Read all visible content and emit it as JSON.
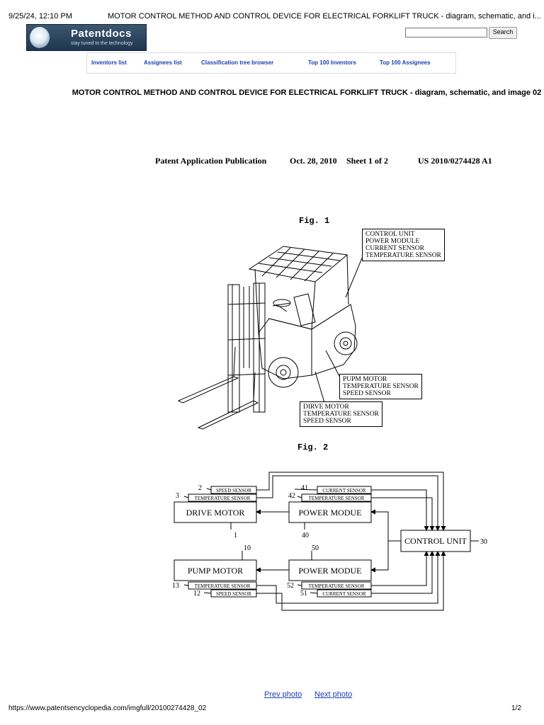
{
  "print_header": {
    "datetime": "9/25/24, 12:10 PM",
    "title": "MOTOR CONTROL METHOD AND CONTROL DEVICE FOR ELECTRICAL FORKLIFT TRUCK - diagram, schematic, and i..."
  },
  "logo": {
    "name": "Patentdocs",
    "tagline": "stay tuned to the technology"
  },
  "search": {
    "value": "",
    "button_label": "Search"
  },
  "nav": {
    "links": [
      "Inventors list",
      "Assignees list",
      "Classification tree browser",
      "Top 100 Inventors",
      "Top 100 Assignees"
    ]
  },
  "page_title": "MOTOR CONTROL METHOD AND CONTROL DEVICE FOR ELECTRICAL FORKLIFT TRUCK - diagram, schematic, and image 02",
  "publication": {
    "type": "Patent Application Publication",
    "date": "Oct. 28, 2010",
    "sheet": "Sheet 1 of 2",
    "number": "US 2010/0274428 A1"
  },
  "fig1": {
    "label": "Fig. 1",
    "callout_top": [
      "CONTROL UNIT",
      "POWER MODULE",
      "CURRENT SENSOR",
      "TEMPERATURE SENSOR"
    ],
    "callout_mid": [
      "PUPM MOTOR",
      "TEMPERATURE SENSOR",
      "SPEED SENSOR"
    ],
    "callout_bot": [
      "DIRVE MOTOR",
      "TEMPERATURE SENSOR",
      "SPEED SENSOR"
    ]
  },
  "fig2": {
    "label": "Fig. 2",
    "blocks": {
      "drive_motor": "DRIVE MOTOR",
      "power_module_top": "POWER MODUE",
      "control_unit": "CONTROL UNIT",
      "pump_motor": "PUMP MOTOR",
      "power_module_bottom": "POWER MODUE"
    },
    "sensors": {
      "speed_top": "SPEED SENSOR",
      "temp_drive": "TEMPERATURE SENSOR",
      "current_top": "CURRENT SENSOR",
      "temp_pm_top": "TEMPERATURE SENSOR",
      "temp_pump": "TEMPERATURE SENSOR",
      "speed_pump": "SPEED SENSOR",
      "temp_pm_bot": "TEMPERATURE SENSOR",
      "current_bot": "CURRENT SENSOR"
    },
    "refs": {
      "r2": "2",
      "r3": "3",
      "r41": "41",
      "r42": "42",
      "r1": "1",
      "r40": "40",
      "r30": "30",
      "r10": "10",
      "r50": "50",
      "r13": "13",
      "r12": "12",
      "r52": "52",
      "r51": "51"
    }
  },
  "photo_nav": {
    "prev": "Prev photo",
    "next": "Next photo"
  },
  "footer": {
    "url": "https://www.patentsencyclopedia.com/imgfull/20100274428_02",
    "page": "1/2"
  }
}
